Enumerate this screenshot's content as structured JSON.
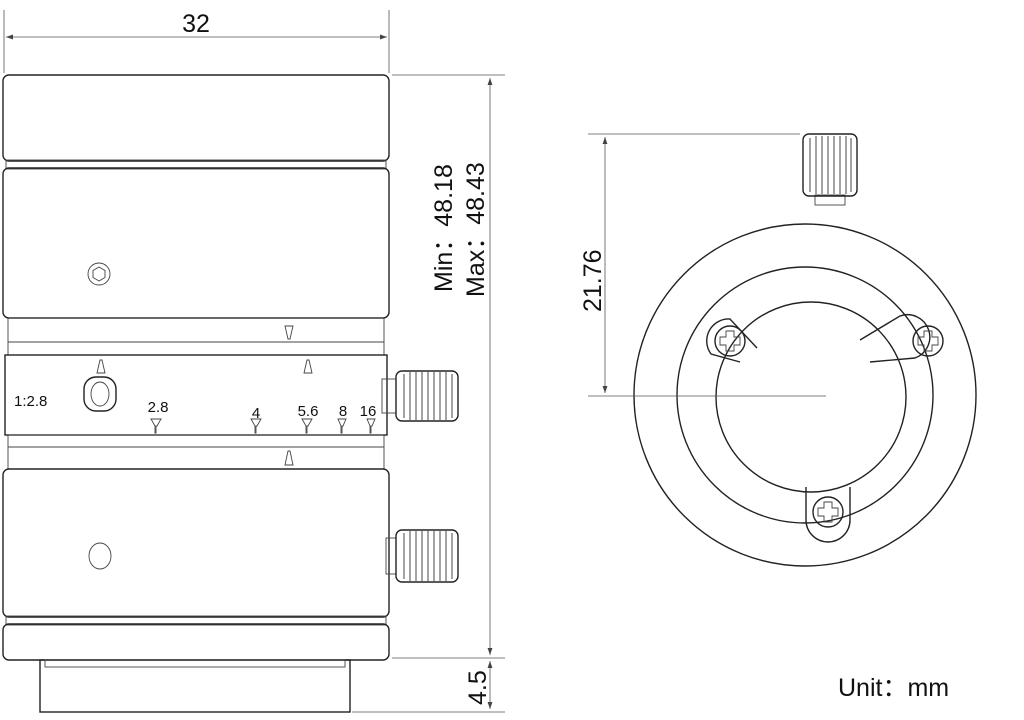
{
  "dimensions": {
    "width": "32",
    "length_min": "Min：48.18",
    "length_max": "Max：48.43",
    "mount_depth": "4.5",
    "front_offset": "21.76"
  },
  "aperture": {
    "ratio": "1:2.8",
    "scale": [
      "2.8",
      "4",
      "5.6",
      "8",
      "16"
    ]
  },
  "unit_label": "Unit：mm"
}
